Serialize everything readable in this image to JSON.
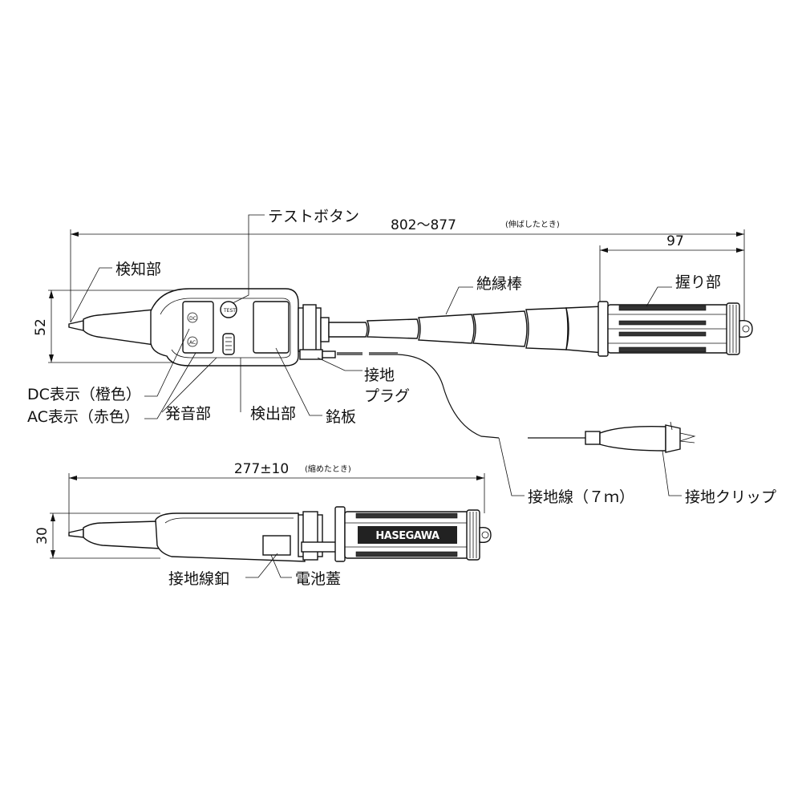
{
  "labels": {
    "test_button": "テストボタン",
    "detect_tip": "検知部",
    "insulating_rod": "絶縁棒",
    "grip": "握り部",
    "ground_plug_line1": "接地",
    "ground_plug_line2": "プラグ",
    "dc_indicator": "DC表示（橙色）",
    "ac_indicator": "AC表示（赤色）",
    "sound_unit": "発音部",
    "detector_unit": "検出部",
    "nameplate": "銘板",
    "ground_wire": "接地線（７ｍ）",
    "ground_clip": "接地クリップ",
    "ground_wire_hook": "接地線釦",
    "battery_cover": "電池蓋",
    "brand": "HASEGAWA"
  },
  "dimensions": {
    "extended_length": "802～877",
    "extended_note": "(伸ばしたとき)",
    "grip_length": "97",
    "height_top": "52",
    "retracted_length": "277±10",
    "retracted_note": "(縮めたとき)",
    "height_bottom": "30"
  }
}
